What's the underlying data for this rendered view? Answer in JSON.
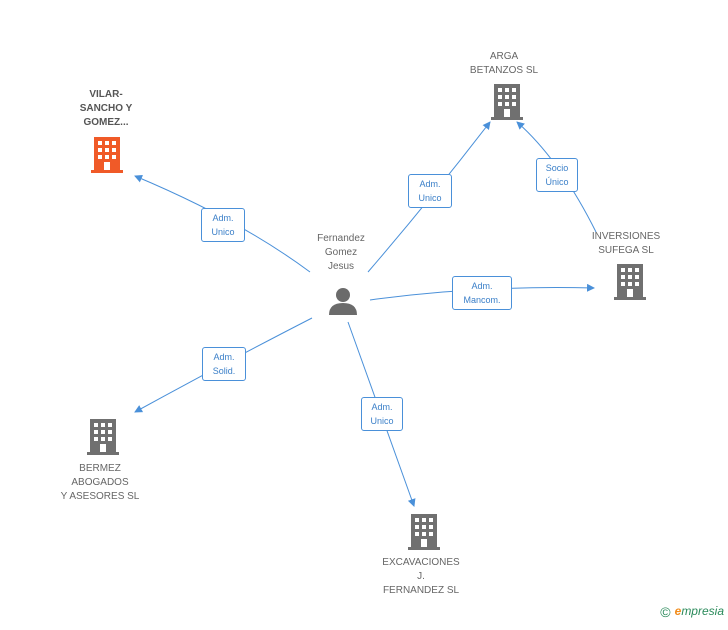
{
  "center": {
    "label": "Fernandez\nGomez\nJesus",
    "icon": "person-icon"
  },
  "nodes": [
    {
      "id": "vilar",
      "label": "VILAR-\nSANCHO Y\nGOMEZ...",
      "icon": "building-icon",
      "color": "#f05a28",
      "highlight": true
    },
    {
      "id": "arga",
      "label": "ARGA\nBETANZOS SL",
      "icon": "building-icon",
      "color": "#707070"
    },
    {
      "id": "inversiones",
      "label": "INVERSIONES\nSUFEGA SL",
      "icon": "building-icon",
      "color": "#707070"
    },
    {
      "id": "bermez",
      "label": "BERMEZ\nABOGADOS\nY ASESORES SL",
      "icon": "building-icon",
      "color": "#707070"
    },
    {
      "id": "excavaciones",
      "label": "EXCAVACIONES\nJ.\nFERNANDEZ SL",
      "icon": "building-icon",
      "color": "#707070"
    }
  ],
  "edges": [
    {
      "id": "e-vilar",
      "label": "Adm.\nUnico"
    },
    {
      "id": "e-arga",
      "label": "Adm.\nUnico"
    },
    {
      "id": "e-socio",
      "label": "Socio\nÚnico"
    },
    {
      "id": "e-inversiones",
      "label": "Adm.\nMancom."
    },
    {
      "id": "e-bermez",
      "label": "Adm.\nSolid."
    },
    {
      "id": "e-excavaciones",
      "label": "Adm.\nUnico"
    }
  ],
  "colors": {
    "edge": "#4a90d9",
    "accent": "#f05a28",
    "building": "#707070",
    "person": "#6b6b6b"
  },
  "footer": {
    "copyright": "©",
    "brand_e": "e",
    "brand_rest": "mpresia"
  }
}
